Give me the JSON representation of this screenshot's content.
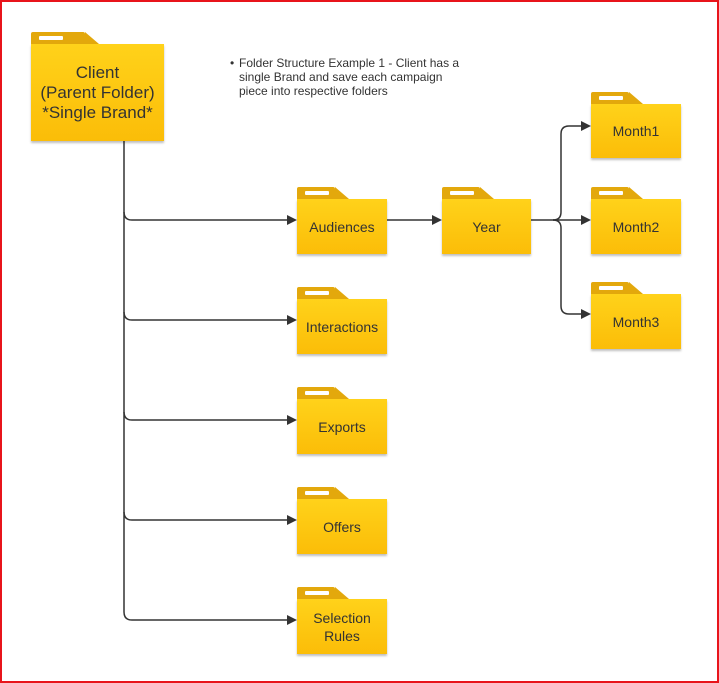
{
  "diagram": {
    "root_folder": {
      "line1": "Client",
      "line2": "(Parent Folder)",
      "line3": "*Single Brand*"
    },
    "note": {
      "bullet": "•",
      "line1": "Folder Structure Example 1 - Client has a",
      "line2": "single Brand and save each campaign",
      "line3": "piece into respective folders"
    },
    "folders": {
      "audiences": "Audiences",
      "interactions": "Interactions",
      "exports": "Exports",
      "offers": "Offers",
      "selection_rules_line1": "Selection",
      "selection_rules_line2": "Rules",
      "year": "Year",
      "month1": "Month1",
      "month2": "Month2",
      "month3": "Month3"
    },
    "colors": {
      "folder_fill": "#fbbd08",
      "folder_tab": "#e3a80c",
      "frame_border": "#e8141b",
      "connector": "#333333"
    }
  }
}
